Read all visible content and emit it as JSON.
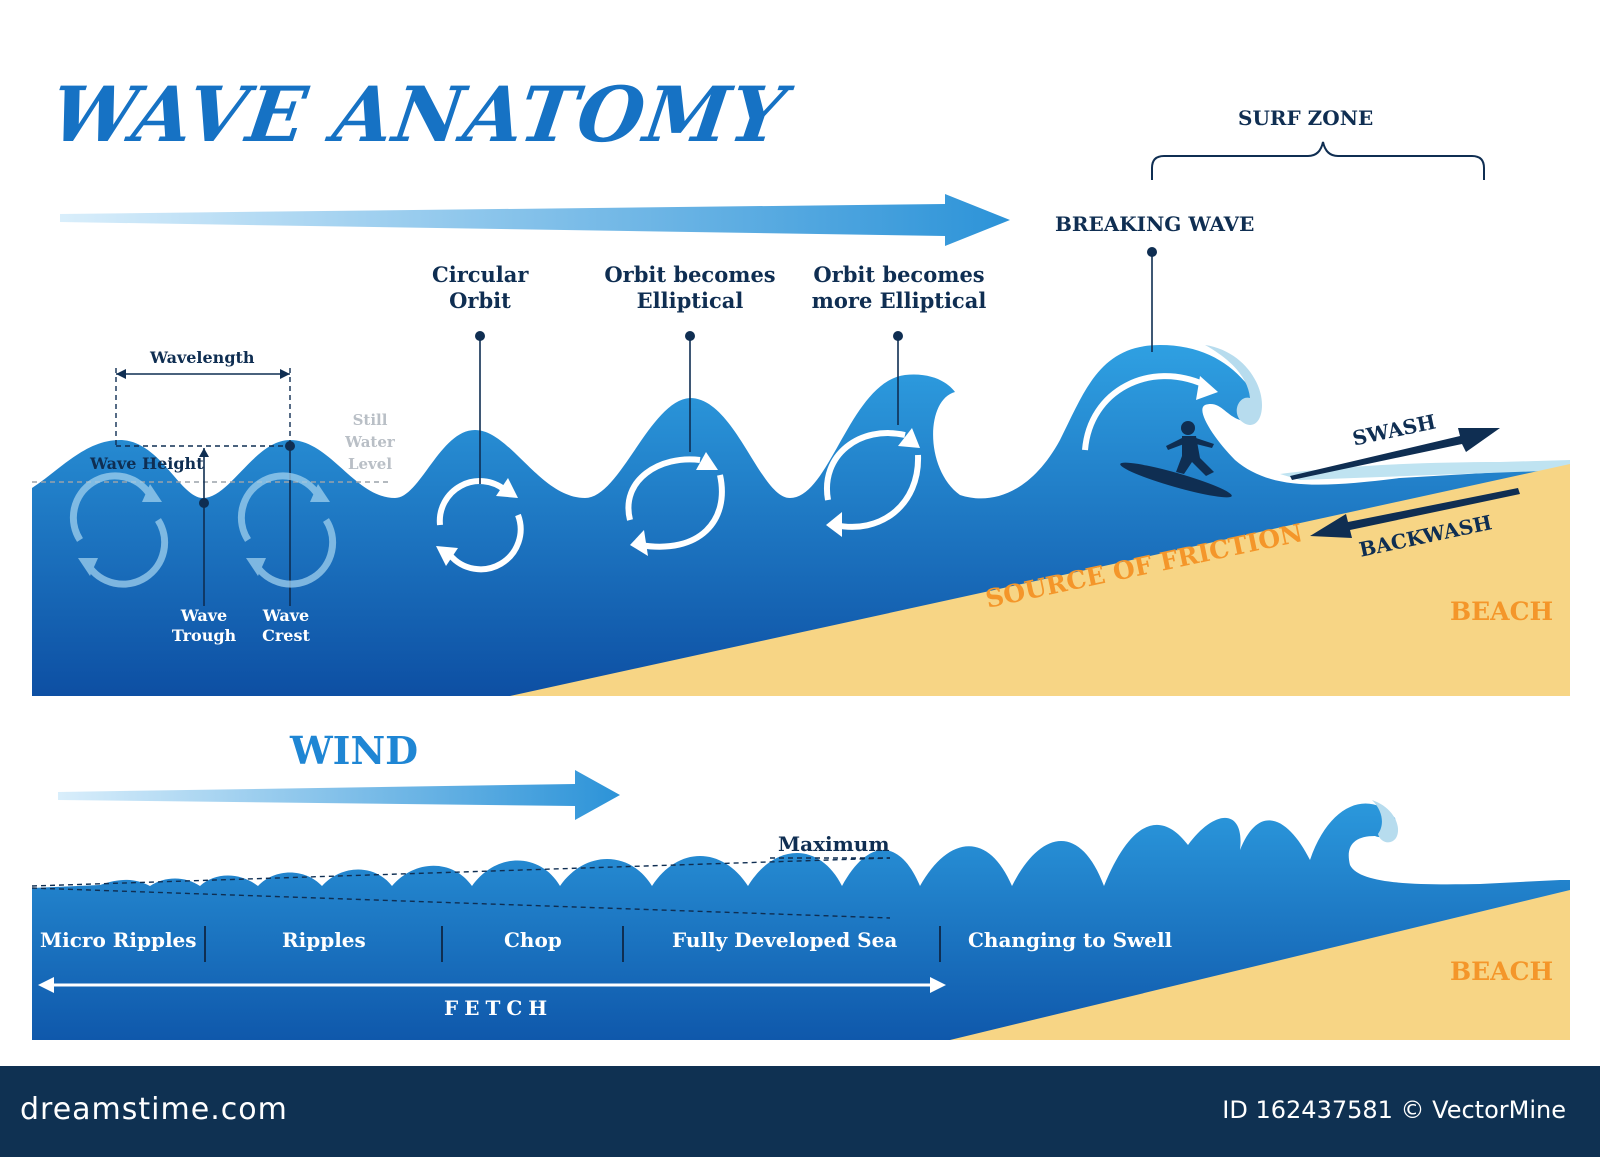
{
  "title": "WAVE ANATOMY",
  "upper": {
    "surf_zone": "SURF ZONE",
    "breaking_wave": "BREAKING WAVE",
    "circular_orbit": [
      "Circular",
      "Orbit"
    ],
    "orbit_elliptical": [
      "Orbit becomes",
      "Elliptical"
    ],
    "orbit_more_elliptical": [
      "Orbit becomes",
      "more Elliptical"
    ],
    "wavelength": "Wavelength",
    "wave_height": "Wave Height",
    "still_water_level": [
      "Still",
      "Water",
      "Level"
    ],
    "wave_trough": [
      "Wave",
      "Trough"
    ],
    "wave_crest": [
      "Wave",
      "Crest"
    ],
    "swash": "SWASH",
    "backwash": "BACKWASH",
    "source_of_friction": "SOURCE OF FRICTION",
    "beach": "BEACH"
  },
  "lower": {
    "wind": "WIND",
    "maximum": "Maximum",
    "stages": [
      "Micro Ripples",
      "Ripples",
      "Chop",
      "Fully Developed Sea",
      "Changing to Swell"
    ],
    "fetch": "FETCH",
    "beach": "BEACH"
  },
  "footer": {
    "brand": "dreamstime.com",
    "id_text": "ID 162437581 © VectorMine"
  },
  "colors": {
    "water_light": "#2b98dc",
    "water_dark": "#0f55a8",
    "sand": "#f7d585",
    "text_dark": "#0f2e52",
    "title_blue": "#1672c4",
    "orange": "#f4962a",
    "footer": "#0f3152"
  }
}
